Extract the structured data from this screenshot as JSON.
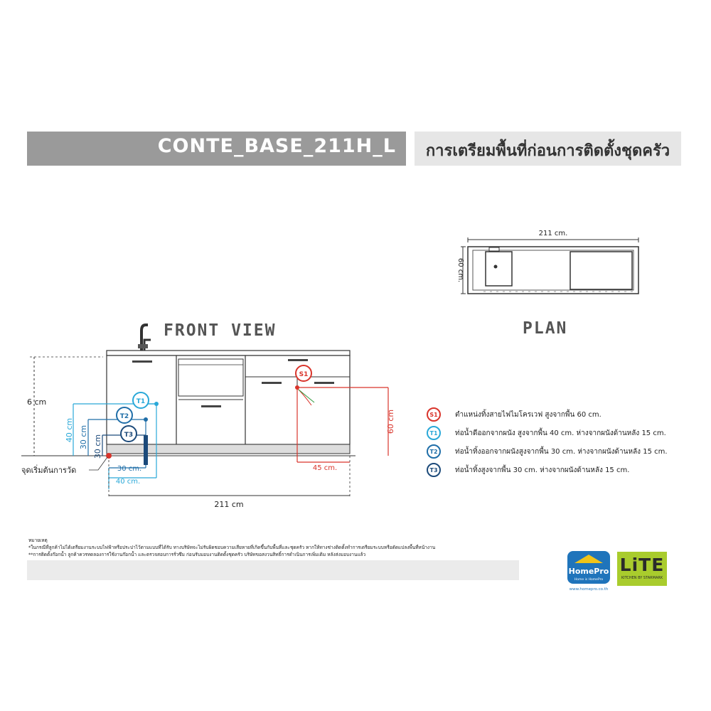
{
  "header": {
    "model_code": "CONTE_BASE_211H_L",
    "title_th": "การเตรียมพื้นที่ก่อนการติดตั้งชุดครัว"
  },
  "views": {
    "front_view": "FRONT VIEW",
    "plan": "PLAN"
  },
  "front_dims": {
    "height_6": "6 cm",
    "dim_40": "40 cm",
    "dim_30a": "30 cm",
    "dim_30b": "30 cm",
    "bottom_30": "30 cm.",
    "bottom_40": "40 cm.",
    "total_211": "211 cm",
    "dim_60": "60 cm",
    "dim_45": "45 cm.",
    "origin_label": "จุดเริ่มต้นการวัด"
  },
  "plan_dims": {
    "width": "211 cm.",
    "depth": "60 cm."
  },
  "markers": {
    "s1": "S1",
    "t1": "T1",
    "t2": "T2",
    "t3": "T3"
  },
  "legend": [
    {
      "code": "S1",
      "color": "#d9342b",
      "text": "ตำแหน่งทิ้งสายไฟไมโครเวฟ สูงจากพื้น 60 cm."
    },
    {
      "code": "T1",
      "color": "#29a8d8",
      "text": "ท่อน้ำดีออกจากผนัง สูงจากพื้น 40 cm. ห่างจากผนังด้านหลัง 15 cm."
    },
    {
      "code": "T2",
      "color": "#1f6ea8",
      "text": "ท่อน้ำทิ้งออกจากผนังสูงจากพื้น 30 cm. ห่างจากผนังด้านหลัง 15 cm."
    },
    {
      "code": "T3",
      "color": "#1c4a7a",
      "text": "ท่อน้ำทิ้งสูงจากพื้น 30 cm. ห่างจากผนังด้านหลัง 15 cm."
    }
  ],
  "notes": {
    "heading": "หมายเหตุ",
    "line1": "*ในกรณีที่ลูกค้าไม่ได้เตรียมงานระบบไฟฟ้าหรือประปาไว้ตามแบบที่ได้รับ ทางบริษัทจะไม่รับผิดชอบความเสียหายที่เกิดขึ้นกับพื้นที่และชุดครัว หากให้ทางช่างติดตั้งทำการเตรียมระบบหรือดัดแปลงพื้นที่หน้างาน",
    "line2": "**การติดตั้งก๊อกน้ำ ลูกค้าควรทดลองการใช้งานก๊อกน้ำ และตรวจสอบการรั่วซึม ก่อนรับมอบงานติดตั้งชุดครัว บริษัทขอสงวนสิทธิ์การดำเนินการเพิ่มเติม หลังส่งมอบงานแล้ว"
  },
  "brands": {
    "homepro_name": "HomePro",
    "homepro_tagline": "Home is HomePro",
    "homepro_url": "www.homepro.co.th",
    "lite_name": "LiTE",
    "lite_sub": "KITCHEN BY STARMARK",
    "lite_color": "#a9cc2d",
    "homepro_color": "#1f74bb"
  },
  "colors": {
    "s1": "#d9342b",
    "t1": "#29a8d8",
    "t2": "#1f6ea8",
    "t3": "#1c4a7a"
  }
}
